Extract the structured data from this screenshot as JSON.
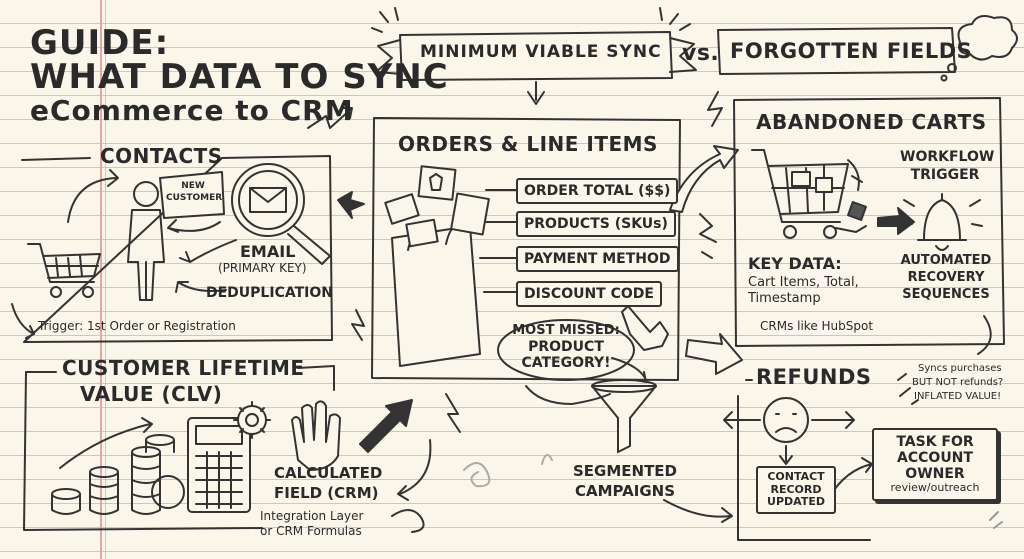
{
  "title": {
    "line1": "GUIDE:",
    "line2": "WHAT DATA TO SYNC",
    "line3": "eCommerce to CRM"
  },
  "banner": {
    "left": "MINIMUM VIABLE SYNC",
    "vs": "vs.",
    "right": "FORGOTTEN FIELDS"
  },
  "contacts": {
    "heading": "CONTACTS",
    "badge_line1": "NEW",
    "badge_line2": "CUSTOMER",
    "email_label": "EMAIL",
    "primary_key": "(PRIMARY KEY)",
    "dedup": "DEDUPLICATION",
    "trigger": "Trigger: 1st Order or Registration"
  },
  "orders": {
    "heading": "ORDERS & LINE ITEMS",
    "fields": [
      "ORDER TOTAL ($$)",
      "PRODUCTS (SKUs)",
      "PAYMENT METHOD",
      "DISCOUNT CODE"
    ],
    "most_missed_1": "MOST MISSED:",
    "most_missed_2": "PRODUCT",
    "most_missed_3": "CATEGORY!",
    "segmented_1": "SEGMENTED",
    "segmented_2": "CAMPAIGNS"
  },
  "carts": {
    "heading": "ABANDONED CARTS",
    "workflow_1": "WORKFLOW",
    "workflow_2": "TRIGGER",
    "key_data_title": "KEY DATA:",
    "key_data_1": "Cart Items, Total,",
    "key_data_2": "Timestamp",
    "automated_1": "AUTOMATED",
    "automated_2": "RECOVERY",
    "automated_3": "SEQUENCES",
    "crm_note": "CRMs like HubSpot"
  },
  "clv": {
    "heading_1": "CUSTOMER LIFETIME",
    "heading_2": "VALUE (CLV)",
    "calc_1": "CALCULATED",
    "calc_2": "FIELD (CRM)",
    "integration_1": "Integration Layer",
    "integration_2": "or CRM Formulas"
  },
  "refunds": {
    "heading": "REFUNDS",
    "note_1": "Syncs purchases",
    "note_2": "BUT NOT refunds?",
    "note_3": "INFLATED VALUE!",
    "contact_1": "CONTACT",
    "contact_2": "RECORD",
    "contact_3": "UPDATED",
    "task_1": "TASK FOR",
    "task_2": "ACCOUNT",
    "task_3": "OWNER",
    "task_4": "review/outreach"
  },
  "colors": {
    "paper": "#faf6ea",
    "ink": "#2a2a2a",
    "rule": "#b9cbe0",
    "margin": "#e8a3a3"
  }
}
